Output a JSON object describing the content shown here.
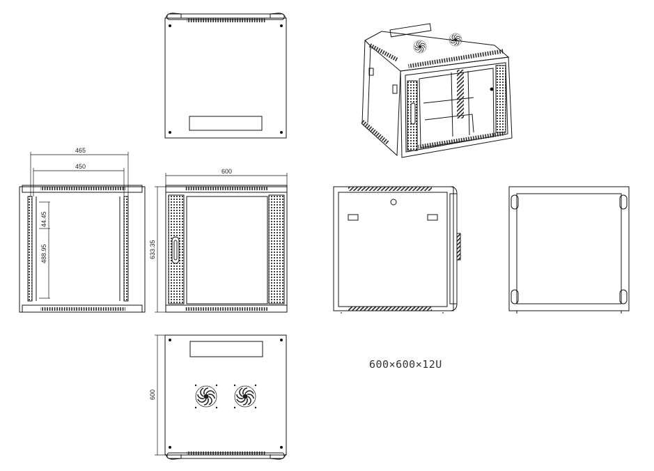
{
  "dimensions": {
    "side_outer_width": "465",
    "side_inner_width": "450",
    "side_rack_height": "488.95",
    "side_u_pitch": "44.45",
    "front_width": "600",
    "front_height": "633.35",
    "bottom_depth": "600"
  },
  "model_label": "600×600×12U",
  "colors": {
    "line": "#111111",
    "vent": "#333333",
    "background": "#ffffff"
  }
}
